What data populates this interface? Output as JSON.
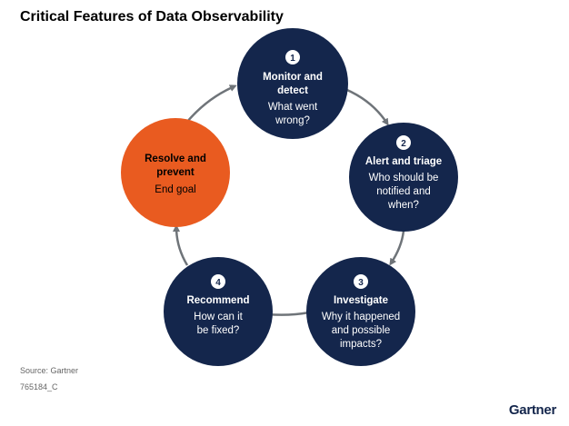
{
  "title": "Critical Features of Data Observability",
  "colors": {
    "navy": "#14264c",
    "orange": "#e95b20",
    "arrow": "#6f7479"
  },
  "steps": [
    {
      "number": "1",
      "title": [
        "Monitor and",
        "detect"
      ],
      "sub": [
        "What went",
        "wrong?"
      ]
    },
    {
      "number": "2",
      "title": [
        "Alert and triage"
      ],
      "sub": [
        "Who should be",
        "notified and",
        "when?"
      ]
    },
    {
      "number": "3",
      "title": [
        "Investigate"
      ],
      "sub": [
        "Why it happened",
        "and possible",
        "impacts?"
      ]
    },
    {
      "number": "4",
      "title": [
        "Recommend"
      ],
      "sub": [
        "How can it",
        "be fixed?"
      ]
    }
  ],
  "goal": {
    "title": [
      "Resolve and",
      "prevent"
    ],
    "sub": [
      "End goal"
    ]
  },
  "source": "Source: Gartner",
  "code": "765184_C",
  "logo": "Gartner"
}
